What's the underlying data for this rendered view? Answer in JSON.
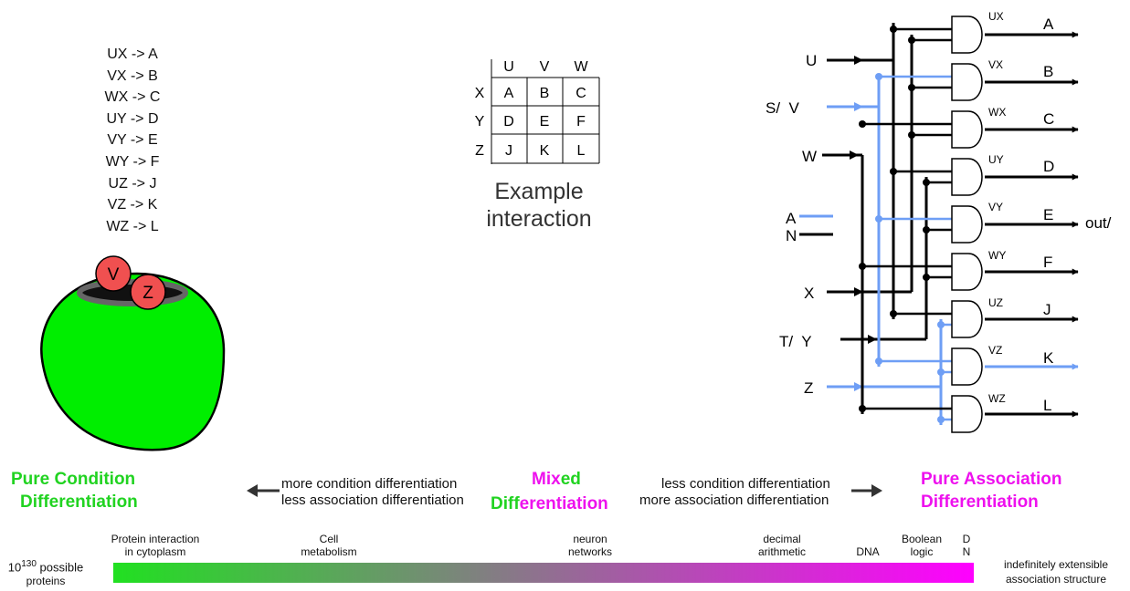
{
  "rules": [
    "UX -> A",
    "VX -> B",
    "WX -> C",
    "UY -> D",
    "VY -> E",
    "WY -> F",
    "UZ -> J",
    "VZ -> K",
    "WZ -> L"
  ],
  "cell_labels": {
    "v": "V",
    "z": "Z"
  },
  "colors": {
    "cell_green": "#00ee00",
    "marker_red": "#f05050",
    "signal_blue": "#6e9ef5",
    "pure_condition": "#21d321",
    "pure_association": "#ee11ee"
  },
  "table": {
    "col_headers": [
      "U",
      "V",
      "W"
    ],
    "row_headers": [
      "X",
      "Y",
      "Z"
    ],
    "cells": [
      [
        "A",
        "B",
        "C"
      ],
      [
        "D",
        "E",
        "F"
      ],
      [
        "J",
        "K",
        "L"
      ]
    ]
  },
  "example_caption_line1": "Example",
  "example_caption_line2": "interaction",
  "circuit": {
    "inputs": [
      "U",
      "S/  V",
      "W",
      "X",
      "T/  Y",
      "Z"
    ],
    "legend": [
      "A",
      "N"
    ],
    "gate_labels": [
      "UX",
      "VX",
      "WX",
      "UY",
      "VY",
      "WY",
      "UZ",
      "VZ",
      "WZ"
    ],
    "outputs": [
      "A",
      "B",
      "C",
      "D",
      "E",
      "F",
      "J",
      "K",
      "L"
    ],
    "out_label": "out/"
  },
  "spectrum": {
    "left_title_1": "Pure Condition",
    "left_title_2": "Differentiation",
    "left_arrow_1": "more condition differentiation",
    "left_arrow_2": "less association differentiation",
    "mixed_1": "Mix",
    "mixed_2": "ed",
    "mixed_3": "Diff",
    "mixed_4": "erentiation",
    "right_arrow_1": "less condition differentiation",
    "right_arrow_2": "more association differentiation",
    "right_title_1": "Pure Association",
    "right_title_2": "Differentiation",
    "left_end_base": "10",
    "left_end_exp": "130",
    "left_end_rest": " possible",
    "left_end_2": "proteins",
    "right_end_1": "indefinitely extensible",
    "right_end_2": "association structure",
    "labels": [
      {
        "l1": "Protein interaction",
        "l2": "in cytoplasm"
      },
      {
        "l1": "Cell",
        "l2": "metabolism"
      },
      {
        "l1": "neuron",
        "l2": "networks"
      },
      {
        "l1": "decimal",
        "l2": "arithmetic"
      },
      {
        "l1": "",
        "l2": "DNA"
      },
      {
        "l1": "Boolean",
        "l2": "logic"
      },
      {
        "l1": "D",
        "l2": "N"
      }
    ]
  }
}
